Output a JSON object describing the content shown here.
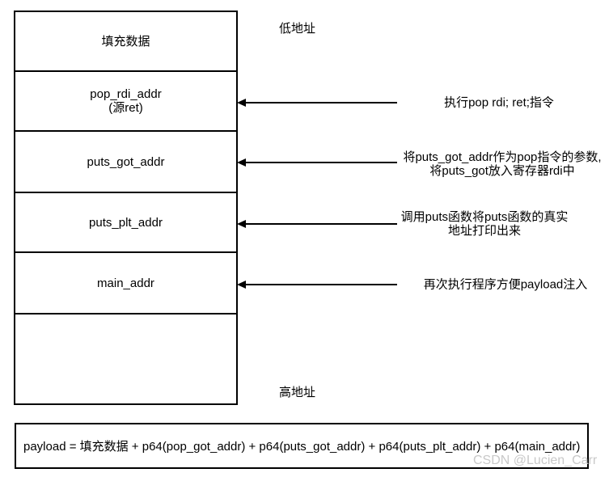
{
  "labels": {
    "low_addr": "低地址",
    "high_addr": "高地址"
  },
  "stack": {
    "rows": [
      {
        "label": "填充数据",
        "sublabel": ""
      },
      {
        "label": "pop_rdi_addr",
        "sublabel": "(源ret)"
      },
      {
        "label": "puts_got_addr",
        "sublabel": ""
      },
      {
        "label": "puts_plt_addr",
        "sublabel": ""
      },
      {
        "label": "main_addr",
        "sublabel": ""
      },
      {
        "label": "",
        "sublabel": ""
      }
    ]
  },
  "annotations": [
    {
      "line1": "执行pop rdi; ret;指令",
      "line2": ""
    },
    {
      "line1": "将puts_got_addr作为pop指令的参数,",
      "line2": "将puts_got放入寄存器rdi中"
    },
    {
      "line1": "调用puts函数将puts函数的真实",
      "line2": "地址打印出来"
    },
    {
      "line1": "再次执行程序方便payload注入",
      "line2": ""
    }
  ],
  "payload": {
    "formula": "payload = 填充数据 + p64(pop_got_addr) + p64(puts_got_addr) + p64(puts_plt_addr) + p64(main_addr)"
  },
  "watermark": "CSDN @Lucien_Carr",
  "colors": {
    "line": "#000000",
    "text": "#000000",
    "watermark": "#c9c9c9",
    "background": "#ffffff"
  }
}
